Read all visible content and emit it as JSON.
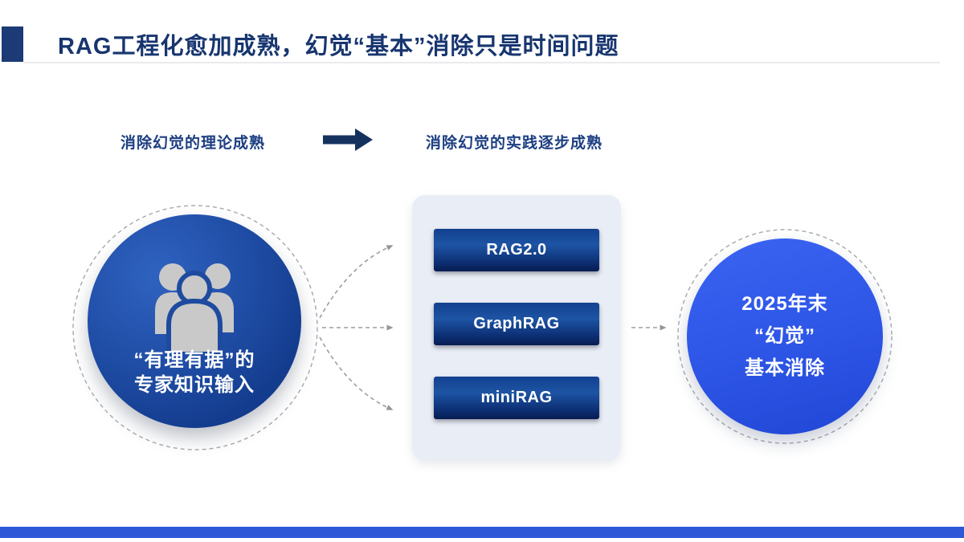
{
  "header": {
    "title": "RAG工程化愈加成熟，幻觉“基本”消除只是时间问题"
  },
  "flow": {
    "left_label": "消除幻觉的理论成熟",
    "right_label": "消除幻觉的实践逐步成熟",
    "arrow_icon": "block-arrow-right-icon"
  },
  "left_circle": {
    "icon": "people-group-icon",
    "line1": "“有理有据”的",
    "line2": "专家知识输入"
  },
  "methods": [
    "RAG2.0",
    "GraphRAG",
    "miniRAG"
  ],
  "right_circle": {
    "line1": "2025年末",
    "line2": "“幻觉”",
    "line3": "基本消除"
  },
  "colors": {
    "title_text": "#17356f",
    "accent_square": "#1b3a76",
    "label_text": "#1d3f82",
    "left_circle_blue": "#1f4da5",
    "button_gradient_top": "#12418f",
    "button_gradient_bottom": "#071d52",
    "panel_bg": "#e9edf5",
    "right_circle_blue": "#2d55e6",
    "connector_gray": "#999fa6",
    "footer_blue": "#2c58d8",
    "icon_gray": "#c9c9c9"
  }
}
